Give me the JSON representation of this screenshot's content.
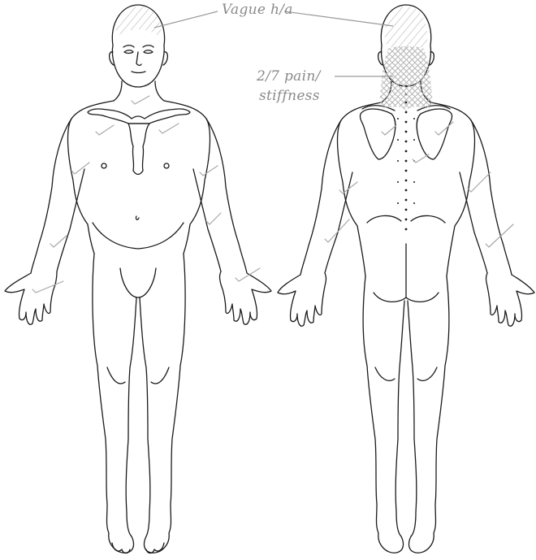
{
  "annotations": {
    "headache": "Vague h/a",
    "neck_line1": "2/7 pain/",
    "neck_line2": "stiffness"
  },
  "colors": {
    "outline": "#1a1a1a",
    "annotation": "#9a9a9a",
    "hatch": "#b5b5b5",
    "background": "#ffffff"
  },
  "figure": {
    "views": [
      "front",
      "back"
    ]
  }
}
